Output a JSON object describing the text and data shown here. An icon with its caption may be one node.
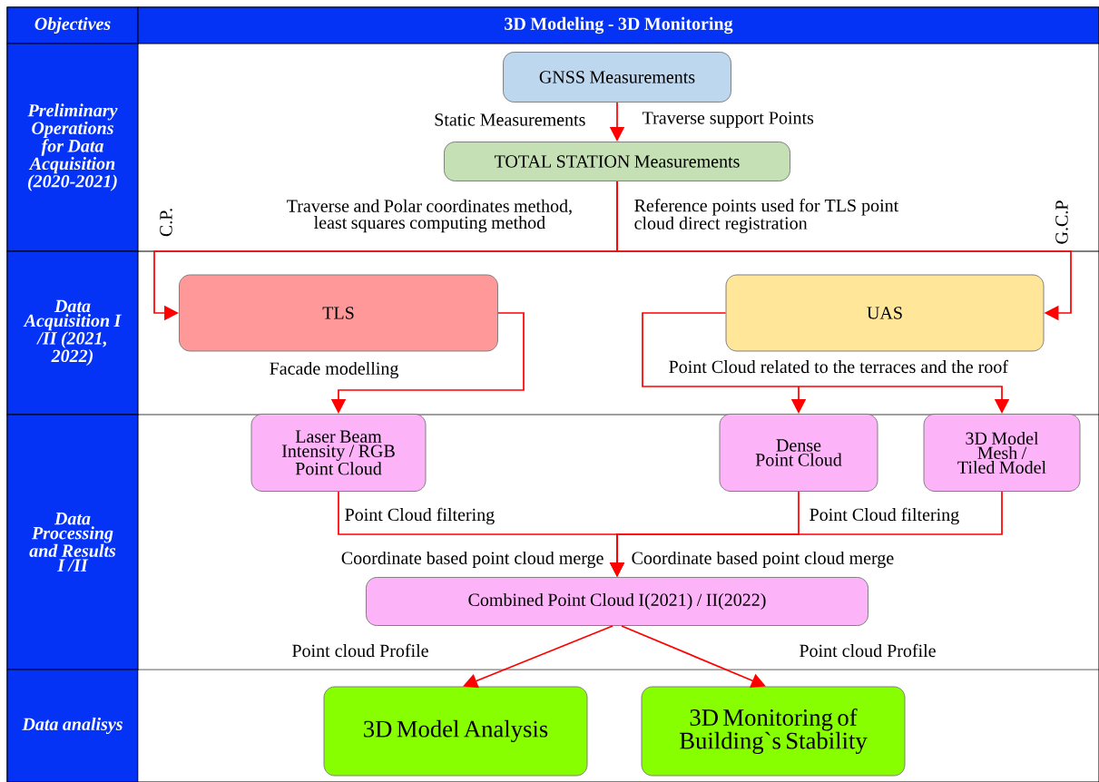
{
  "diagram": {
    "nodes": [
      {
        "text": [
          "Objectives"
        ]
      },
      {
        "text": [
          "3D Modeling - 3D Monitoring"
        ]
      },
      {
        "text": [
          "Preliminary Operations for Data Acquisition (2020-2021)"
        ]
      },
      {
        "text": [
          "Data Acquisition I /II (2021, 2022)"
        ]
      },
      {
        "text": [
          "Data Processing and Results I /II"
        ]
      },
      {
        "text": [
          "Data analisys"
        ]
      },
      {
        "text": [
          "GNSS Measurements"
        ]
      },
      {
        "text": [
          "TOTAL STATION Measurements"
        ]
      },
      {
        "text": [
          "TLS"
        ]
      },
      {
        "text": [
          "UAS"
        ]
      },
      {
        "text": [
          "Laser Beam Intensity / RGB Point Cloud"
        ]
      },
      {
        "text": [
          "Dense Point Cloud"
        ]
      },
      {
        "text": [
          "3D Model Mesh / Tiled Model"
        ]
      },
      {
        "text": [
          "Combined Point Cloud I(2021) / II(2022)"
        ]
      },
      {
        "text": [
          "3D Model Analysis"
        ]
      },
      {
        "text": [
          "3D Monitoring of Building`s Stability"
        ]
      }
    ],
    "edges": [
      {
        "from": 6,
        "to": 7,
        "arrow": "to"
      },
      {
        "from": 7,
        "to": 8,
        "arrow": "to",
        "label": "C.P."
      },
      {
        "from": 7,
        "to": 9,
        "arrow": "to",
        "label": "G.C.P"
      },
      {
        "from": 8,
        "to": 10,
        "arrow": "to",
        "label": "Facade modelling"
      },
      {
        "from": 9,
        "to": 11,
        "arrow": "to"
      },
      {
        "from": 9,
        "to": 12,
        "arrow": "to"
      },
      {
        "from": 10,
        "to": 13,
        "arrow": "to",
        "label": "Point Cloud filtering"
      },
      {
        "from": 11,
        "to": 13,
        "arrow": "to"
      },
      {
        "from": 12,
        "to": 13,
        "arrow": "to",
        "label": "Point Cloud filtering"
      },
      {
        "from": 13,
        "to": 14,
        "arrow": "to"
      },
      {
        "from": 13,
        "to": 15,
        "arrow": "to"
      }
    ],
    "labels": [
      "Static Measurements",
      "Traverse support Points",
      "Traverse and Polar coordinates method, least squares computing method",
      "Reference points used for TLS point cloud direct registration",
      "Point Cloud related to the terraces and the roof",
      "Coordinate based point cloud merge",
      "Coordinate based point cloud merge",
      "Point cloud Profile",
      "Point cloud Profile"
    ]
  }
}
